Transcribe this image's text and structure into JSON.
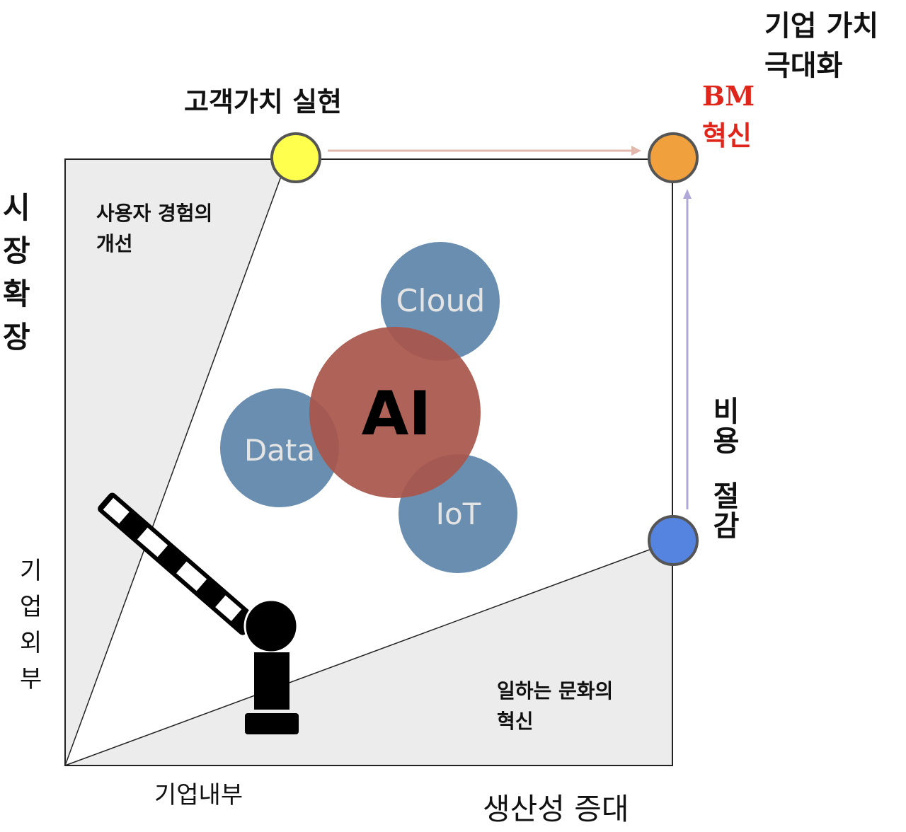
{
  "diagram": {
    "corners": {
      "top_left_node": {
        "label": "고객가치 실현",
        "color": "#ffff4d"
      },
      "top_right_node": {
        "label_line1": "BM",
        "label_line2": "혁신",
        "label_color": "#e0251b",
        "color": "#f0a03c"
      },
      "bottom_right_node": {
        "label_line1": "비용",
        "label_line2": "절감",
        "color": "#5583e0"
      }
    },
    "top_right_title": {
      "line1": "기업 가치",
      "line2": "극대화"
    },
    "left_axis_label": [
      "시",
      "장",
      "확",
      "장"
    ],
    "left_axis_sub_label": [
      "기",
      "업",
      "외",
      "부"
    ],
    "bottom_axis_label": "생산성 증대",
    "bottom_axis_sub_label": "기업내부",
    "region_top_left": {
      "line1": "사용자 경험의",
      "line2": "개선"
    },
    "region_bottom_right": {
      "line1": "일하는 문화의",
      "line2": "혁신"
    },
    "center": {
      "main": {
        "label": "AI",
        "color": "#a9564a"
      },
      "satellites": [
        {
          "label": "Cloud",
          "color": "#6a8eb0"
        },
        {
          "label": "Data",
          "color": "#6a8eb0"
        },
        {
          "label": "IoT",
          "color": "#6a8eb0"
        }
      ]
    },
    "arrows": {
      "horizontal_color": "#e0b8ae",
      "vertical_color": "#b0a8d8"
    },
    "icon": "robot-arm-icon"
  }
}
